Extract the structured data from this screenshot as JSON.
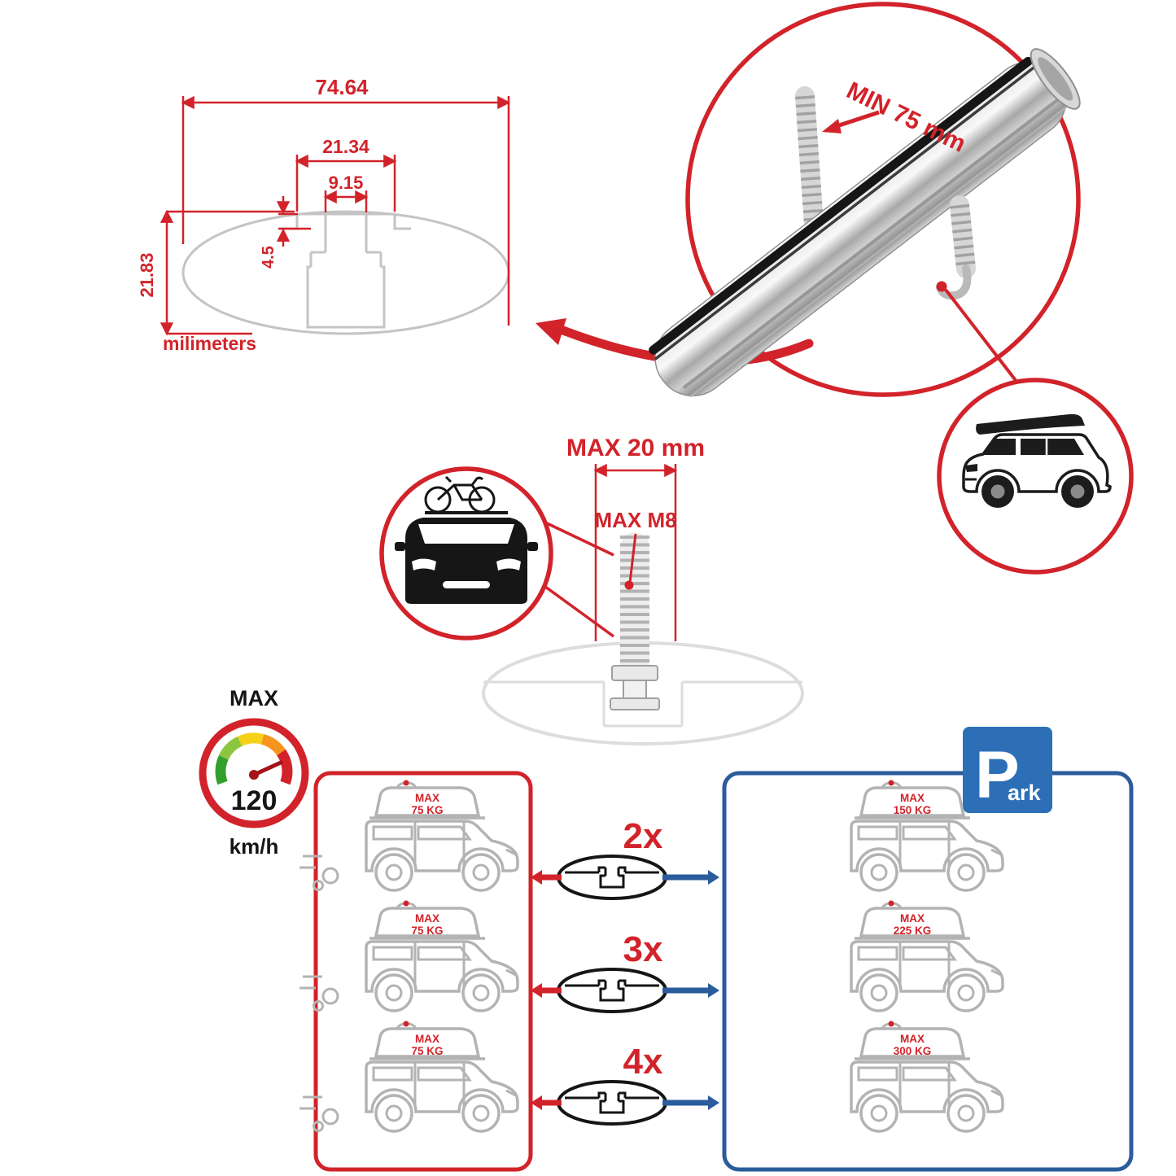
{
  "colors": {
    "red": "#d2232a",
    "blue": "#2b5c9c",
    "park_blue": "#2d6fb7",
    "gray": "#b3b3b3",
    "light_gray": "#d2d2d2",
    "dark": "#161616"
  },
  "profile_diagram": {
    "total_width": "74.64",
    "plateau_width": "21.34",
    "slot_width": "9.15",
    "slot_depth": "4.5",
    "total_height": "21.83",
    "units_label": "milimeters"
  },
  "bar_detail": {
    "min_clamp_label": "MIN 75 mm"
  },
  "bolt_detail": {
    "max_length_label": "MAX 20 mm",
    "max_thread_label": "MAX M8"
  },
  "speed_limit": {
    "title": "MAX",
    "value": "120",
    "unit": "km/h"
  },
  "driving_panel": {
    "cars": [
      {
        "cargo_line1": "MAX",
        "cargo_line2": "75 KG"
      },
      {
        "cargo_line1": "MAX",
        "cargo_line2": "75 KG"
      },
      {
        "cargo_line1": "MAX",
        "cargo_line2": "75 KG"
      }
    ]
  },
  "bar_counts": [
    {
      "count": "2x"
    },
    {
      "count": "3x"
    },
    {
      "count": "4x"
    }
  ],
  "parking_panel": {
    "sign_p": "P",
    "sign_ark": "ark",
    "cars": [
      {
        "cargo_line1": "MAX",
        "cargo_line2": "150 KG"
      },
      {
        "cargo_line1": "MAX",
        "cargo_line2": "225 KG"
      },
      {
        "cargo_line1": "MAX",
        "cargo_line2": "300 KG"
      }
    ]
  }
}
